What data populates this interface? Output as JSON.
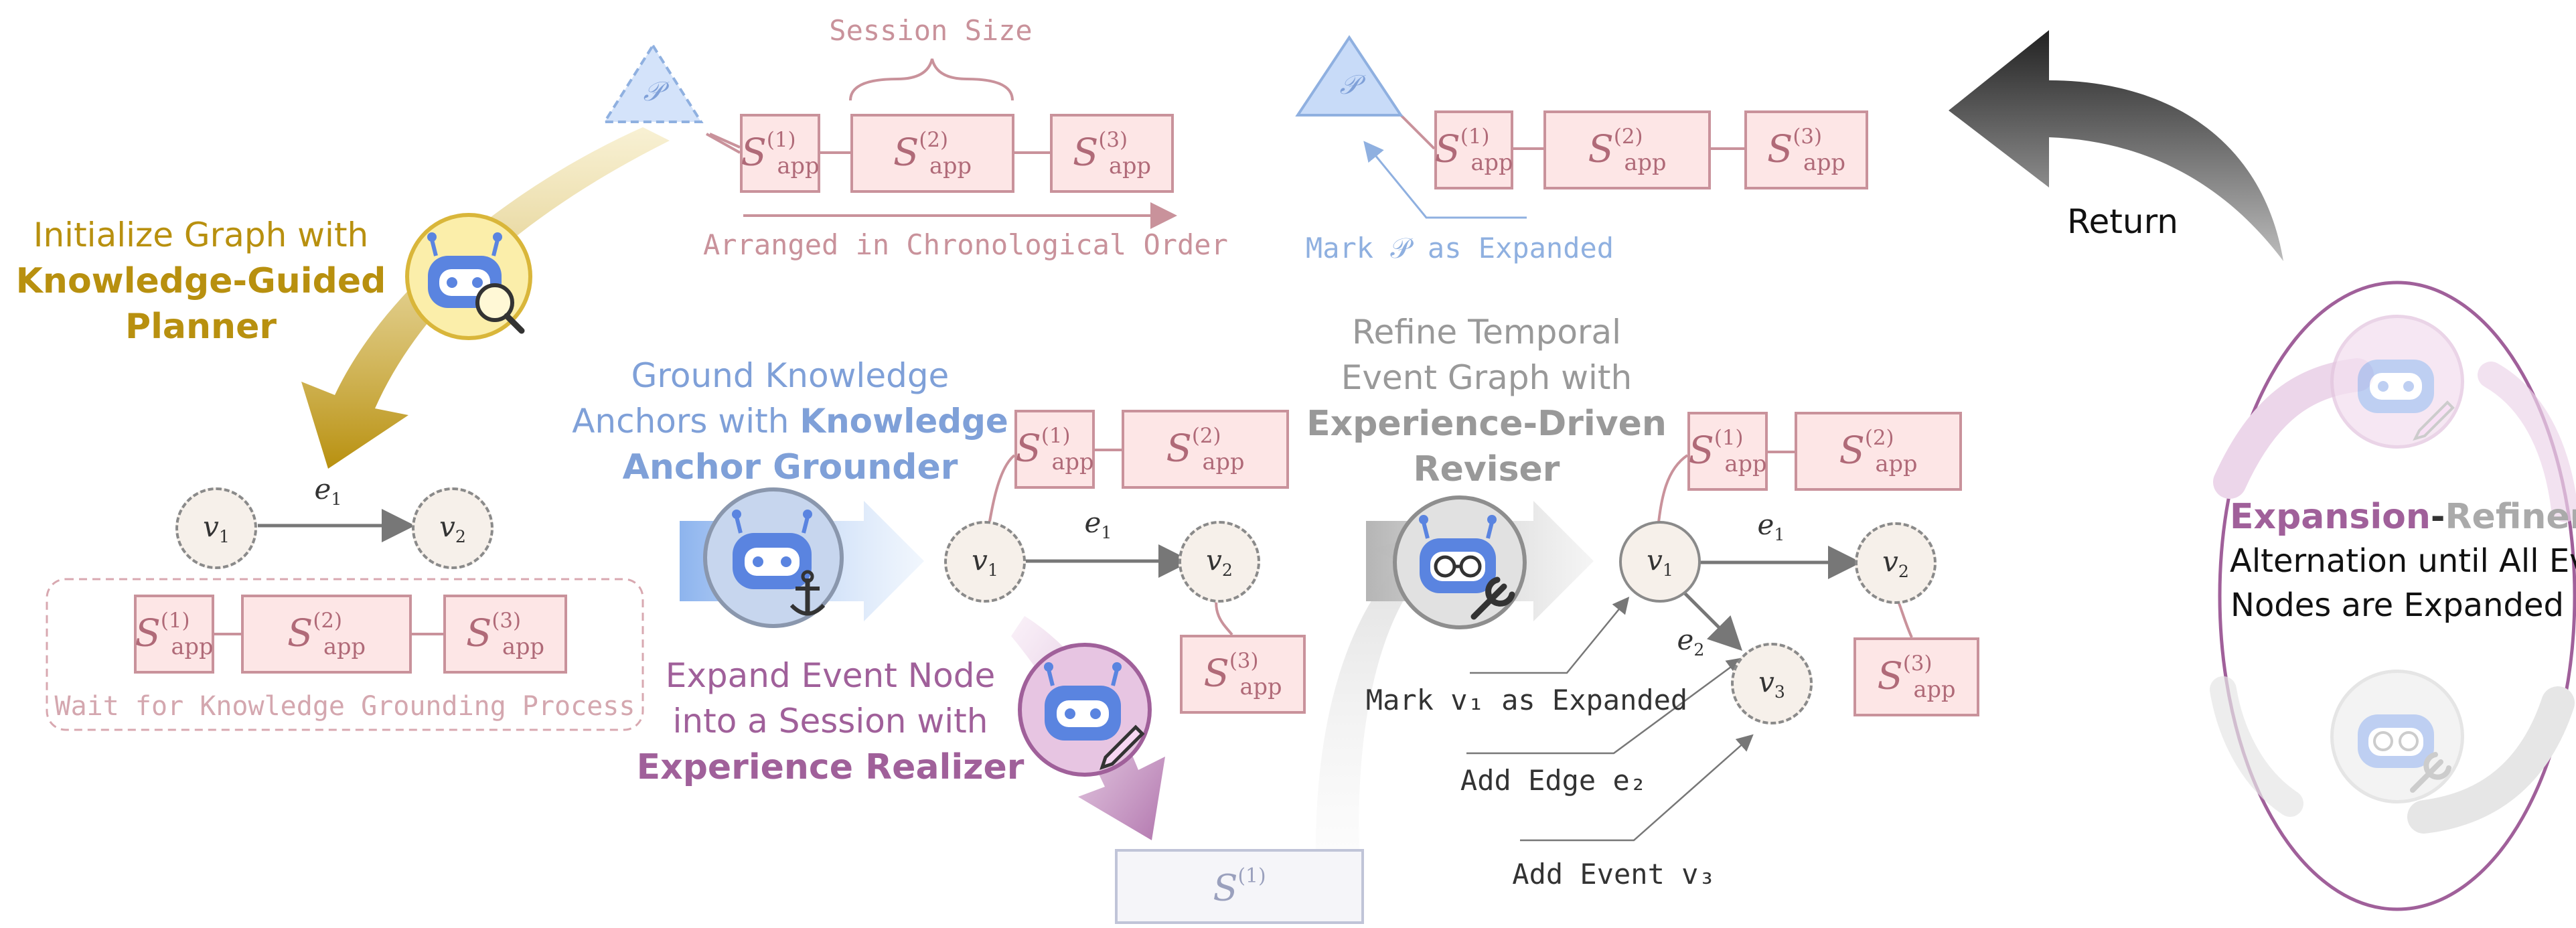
{
  "top": {
    "session_size": "Session Size",
    "arranged": "Arranged in Chronological Order",
    "mark_p": "Mark 𝒫 as Expanded",
    "planner_symbol": "𝒫"
  },
  "planner": {
    "line1": "Initialize Graph with",
    "line2": "Knowledge-Guided",
    "line3": "Planner",
    "wait": "Wait for Knowledge Grounding Process"
  },
  "grounder": {
    "line1": "Ground Knowledge",
    "line2a": "Anchors with ",
    "line2b": "Knowledge",
    "line3": "Anchor Grounder"
  },
  "realizer": {
    "line1": "Expand Event Node",
    "line2": "into a Session with",
    "line3": "Experience Realizer"
  },
  "reviser": {
    "line1": "Refine Temporal",
    "line2": "Event Graph with",
    "line3": "Experience-Driven",
    "line4": "Reviser",
    "mark_v1": "Mark v₁ as Expanded",
    "add_edge": "Add Edge e₂",
    "add_event": "Add Event v₃"
  },
  "loop": {
    "return": "Return",
    "exp": "Expansion",
    "dash": "-",
    "ref": "Refinement",
    "line2": "Alternation until All Event",
    "line3": "Nodes are Expanded"
  },
  "symbols": {
    "s": "S",
    "app": "app",
    "s1": "(1)",
    "s2": "(2)",
    "s3": "(3)",
    "v1": "v",
    "v1sub": "1",
    "v2sub": "2",
    "v3sub": "3",
    "e": "e",
    "e1sub": "1",
    "e2sub": "2"
  },
  "colors": {
    "planner_gold": "#b8900f",
    "grounder_blue": "#7fa0d8",
    "realizer_purple": "#a0609a",
    "reviser_gray": "#999999",
    "box_fill": "#fde6e6",
    "box_border": "#c9929b"
  }
}
